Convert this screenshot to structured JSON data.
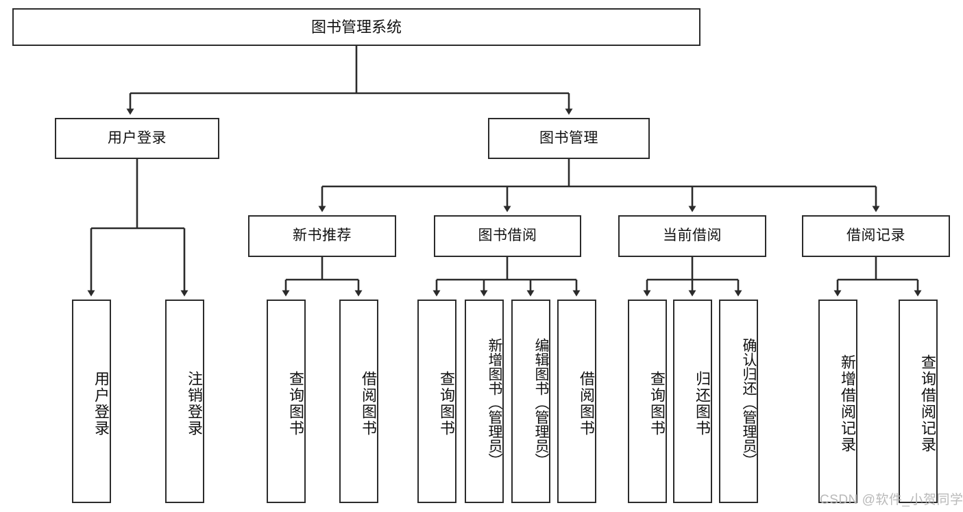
{
  "diagram": {
    "title": "图书管理系统",
    "type": "hierarchy-tree",
    "background_color": "#ffffff",
    "line_color": "#2b2b2b",
    "text_color": "#111111"
  },
  "nodes": {
    "root": {
      "label": "图书管理系统"
    },
    "level2": [
      {
        "id": "user-login",
        "label": "用户登录"
      },
      {
        "id": "book-manage",
        "label": "图书管理"
      }
    ],
    "level3": [
      {
        "id": "new-book-recommend",
        "label": "新书推荐"
      },
      {
        "id": "book-borrow",
        "label": "图书借阅"
      },
      {
        "id": "current-borrow",
        "label": "当前借阅"
      },
      {
        "id": "borrow-record",
        "label": "借阅记录"
      }
    ],
    "leaves": {
      "user_login": [
        {
          "id": "leaf-user-login",
          "label": "用户登录"
        },
        {
          "id": "leaf-logout",
          "label": "注销登录"
        }
      ],
      "new_book_recommend": [
        {
          "id": "leaf-query-book-1",
          "label": "查询图书"
        },
        {
          "id": "leaf-borrow-book-1",
          "label": "借阅图书"
        }
      ],
      "book_borrow": [
        {
          "id": "leaf-query-book-2",
          "label": "查询图书"
        },
        {
          "id": "leaf-add-book",
          "label": "新增图书（管理员）"
        },
        {
          "id": "leaf-edit-book",
          "label": "编辑图书（管理员）"
        },
        {
          "id": "leaf-borrow-book-2",
          "label": "借阅图书"
        }
      ],
      "current_borrow": [
        {
          "id": "leaf-query-book-3",
          "label": "查询图书"
        },
        {
          "id": "leaf-return-book",
          "label": "归还图书"
        },
        {
          "id": "leaf-confirm-return",
          "label": "确认归还（管理员）"
        }
      ],
      "borrow_record": [
        {
          "id": "leaf-add-record",
          "label": "新增借阅记录"
        },
        {
          "id": "leaf-query-record",
          "label": "查询借阅记录"
        }
      ]
    }
  },
  "watermark": {
    "text": "CSDN @软件_小贺同学"
  }
}
